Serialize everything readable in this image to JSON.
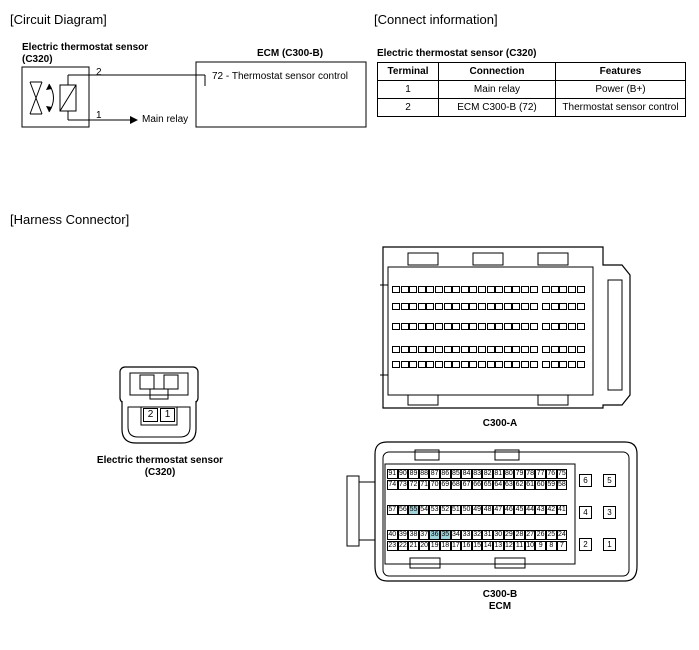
{
  "circuit": {
    "title": "[Circuit Diagram]",
    "sensor_name": "Electric thermostat sensor",
    "sensor_code": "(C320)",
    "pin_top": "2",
    "pin_bottom": "1",
    "main_relay": "Main relay",
    "ecm_title": "ECM (C300-B)",
    "ecm_pin_label": "72 - Thermostat sensor control"
  },
  "connect_info": {
    "title": "[Connect information]",
    "table_title": "Electric thermostat sensor (C320)",
    "headers": [
      "Terminal",
      "Connection",
      "Features"
    ],
    "rows": [
      [
        "1",
        "Main relay",
        "Power (B+)"
      ],
      [
        "2",
        "ECM C300-B (72)",
        "Thermostat sensor control"
      ]
    ]
  },
  "harness": {
    "title": "[Harness Connector]",
    "sensor_label_line1": "Electric thermostat sensor",
    "sensor_label_line2": "(C320)",
    "sensor_pins": [
      "2",
      "1"
    ],
    "c300a_label": "C300-A",
    "c300b_label_line1": "C300-B",
    "c300b_label_line2": "ECM",
    "c300b_rows": [
      [
        "91",
        "90",
        "89",
        "88",
        "87",
        "86",
        "85",
        "84",
        "83",
        "82",
        "81",
        "80",
        "79",
        "78",
        "77",
        "76",
        "75"
      ],
      [
        "74",
        "73",
        "72",
        "71",
        "70",
        "69",
        "68",
        "67",
        "66",
        "65",
        "64",
        "63",
        "62",
        "61",
        "60",
        "59",
        "58"
      ],
      [
        "57",
        "56",
        "55",
        "54",
        "53",
        "52",
        "51",
        "50",
        "49",
        "48",
        "47",
        "46",
        "45",
        "44",
        "43",
        "42",
        "41"
      ],
      [
        "40",
        "39",
        "38",
        "37",
        "36",
        "35",
        "34",
        "33",
        "32",
        "31",
        "30",
        "29",
        "28",
        "27",
        "26",
        "25",
        "24"
      ],
      [
        "23",
        "22",
        "21",
        "20",
        "19",
        "18",
        "17",
        "16",
        "15",
        "14",
        "13",
        "12",
        "11",
        "10",
        "9",
        "8",
        "7"
      ]
    ],
    "c300b_side_pins": [
      [
        "6",
        "5"
      ],
      [
        "4",
        "3"
      ],
      [
        "2",
        "1"
      ]
    ],
    "c300b_highlighted": [
      "55",
      "36",
      "35"
    ],
    "highlight_color": "#9fd3dc",
    "c300a_rows": [
      [
        "",
        "",
        "",
        "",
        "",
        "",
        "",
        "",
        "",
        "",
        "",
        "",
        "",
        "",
        "",
        "",
        "",
        "",
        "",
        "",
        "",
        ""
      ],
      [
        "",
        "",
        "",
        "",
        "",
        "",
        "",
        "",
        "",
        "",
        "",
        "",
        "",
        "",
        "",
        "",
        "",
        "",
        "",
        "",
        "",
        ""
      ],
      [
        "",
        "",
        "",
        "",
        "",
        "",
        "",
        "",
        "",
        "",
        "",
        "",
        "",
        "",
        "",
        "",
        "",
        "",
        "",
        "",
        "",
        ""
      ],
      [
        "",
        "",
        "",
        "",
        "",
        "",
        "",
        "",
        "",
        "",
        "",
        "",
        "",
        "",
        "",
        "",
        "",
        "",
        "",
        "",
        "",
        ""
      ],
      [
        "",
        "",
        "",
        "",
        "",
        "",
        "",
        "",
        "",
        "",
        "",
        "",
        "",
        "",
        "",
        "",
        "",
        "",
        "",
        "",
        "",
        ""
      ]
    ]
  }
}
